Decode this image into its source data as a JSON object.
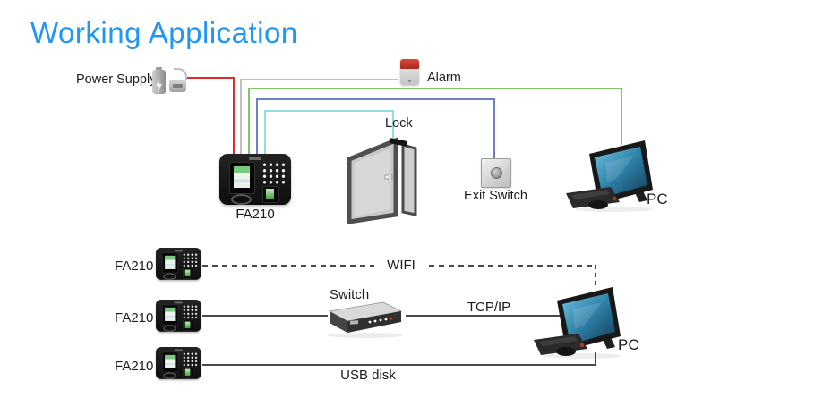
{
  "title": "Working Application",
  "colors": {
    "accent_title": "#2196f3",
    "wire_power": "#e02b2b",
    "wire_alarm": "#c0c0c0",
    "wire_pc": "#82c46a",
    "wire_exit_switch": "#6b7ec9",
    "wire_lock": "#8fdede",
    "wire_network": "#4a4a4a"
  },
  "icons": {
    "power_supply": "battery-adapter-icon",
    "alarm": "siren-icon",
    "door": "open-door-icon",
    "lock": "lock-strike-icon",
    "exit_switch": "push-button-icon",
    "fa210": "fingerprint-terminal-icon",
    "pc": "all-in-one-pc-icon",
    "switch": "network-switch-icon"
  },
  "top_diagram": {
    "power_supply_label": "Power Supply",
    "alarm_label": "Alarm",
    "lock_label": "Lock",
    "exit_switch_label": "Exit Switch",
    "device_label": "FA210",
    "pc_label": "PC"
  },
  "bottom_diagram": {
    "rows": [
      {
        "device_label": "FA210",
        "connection_label": "WIFI"
      },
      {
        "device_label": "FA210",
        "switch_label": "Switch",
        "connection_label": "TCP/IP"
      },
      {
        "device_label": "FA210",
        "connection_label": "USB disk"
      }
    ],
    "pc_label": "PC"
  }
}
